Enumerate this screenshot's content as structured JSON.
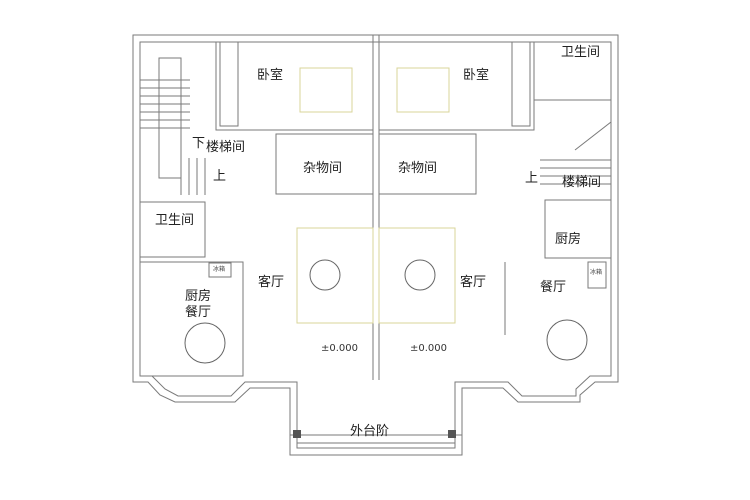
{
  "plan": {
    "title": "",
    "left_unit": {
      "bedroom": "卧室",
      "stairwell": "楼梯间",
      "storage": "杂物间",
      "bathroom": "卫生间",
      "kitchen_dining_line1": "厨房",
      "kitchen_dining_line2": "餐厅",
      "fridge": "冰箱",
      "living_room": "客厅",
      "stair_down": "下",
      "stair_up": "上",
      "elevation": "±0.000"
    },
    "right_unit": {
      "bedroom": "卧室",
      "stairwell": "楼梯间",
      "storage": "杂物间",
      "bathroom": "卫生间",
      "kitchen": "厨房",
      "dining": "餐厅",
      "fridge": "冰箱",
      "living_room": "客厅",
      "stair_up": "上",
      "elevation": "±0.000"
    },
    "entrance_steps": "外台阶",
    "colors": {
      "wall": "#7a7a7a",
      "furniture": "#d9d49a",
      "fixture": "#555555",
      "window": "#9a9a9a"
    }
  }
}
